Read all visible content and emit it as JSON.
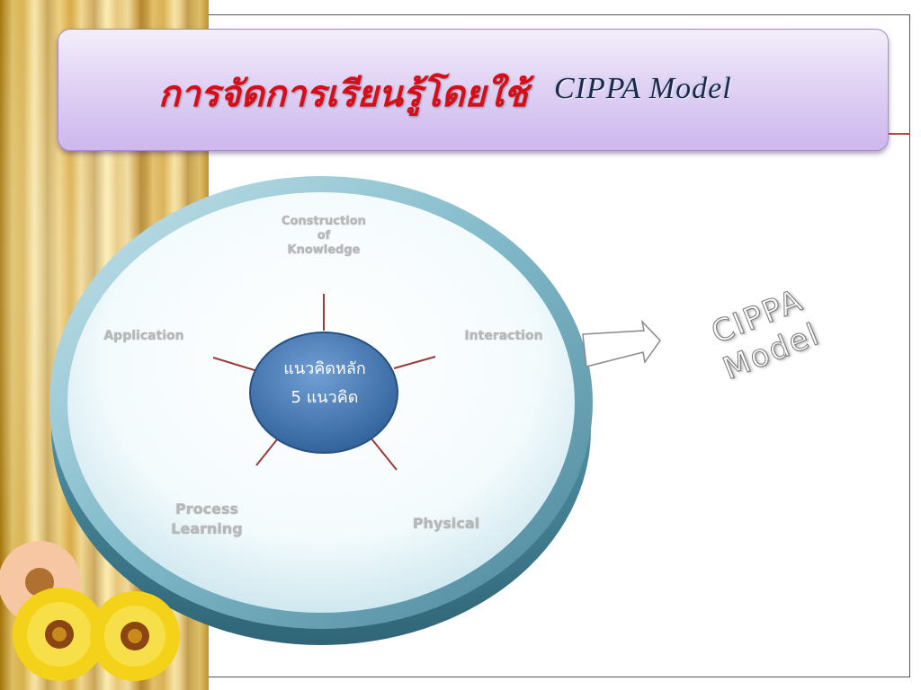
{
  "title": {
    "thai": "การจัดการเรียนรู้โดยใช้",
    "english": "CIPPA Model"
  },
  "diagram": {
    "center": {
      "line1": "แนวคิดหลัก",
      "line2": "5  แนวคิด"
    },
    "labels": {
      "top": [
        "Construction",
        "of",
        "Knowledge"
      ],
      "left": "Application",
      "right": "Interaction",
      "bottom_left": [
        "Process",
        "Learning"
      ],
      "bottom_right": "Physical"
    },
    "result_text": [
      "CIPPA",
      "Model"
    ]
  },
  "colors": {
    "title_thai": "#d40f1a",
    "title_english": "#1b2a4a",
    "center_fill": "#3d6ea8",
    "spoke": "#9a3b3b",
    "disc_rim": "#5f9eaf",
    "banner": "#d9c8f0"
  },
  "decorations": [
    "gold-curtain",
    "daisy-flowers"
  ]
}
